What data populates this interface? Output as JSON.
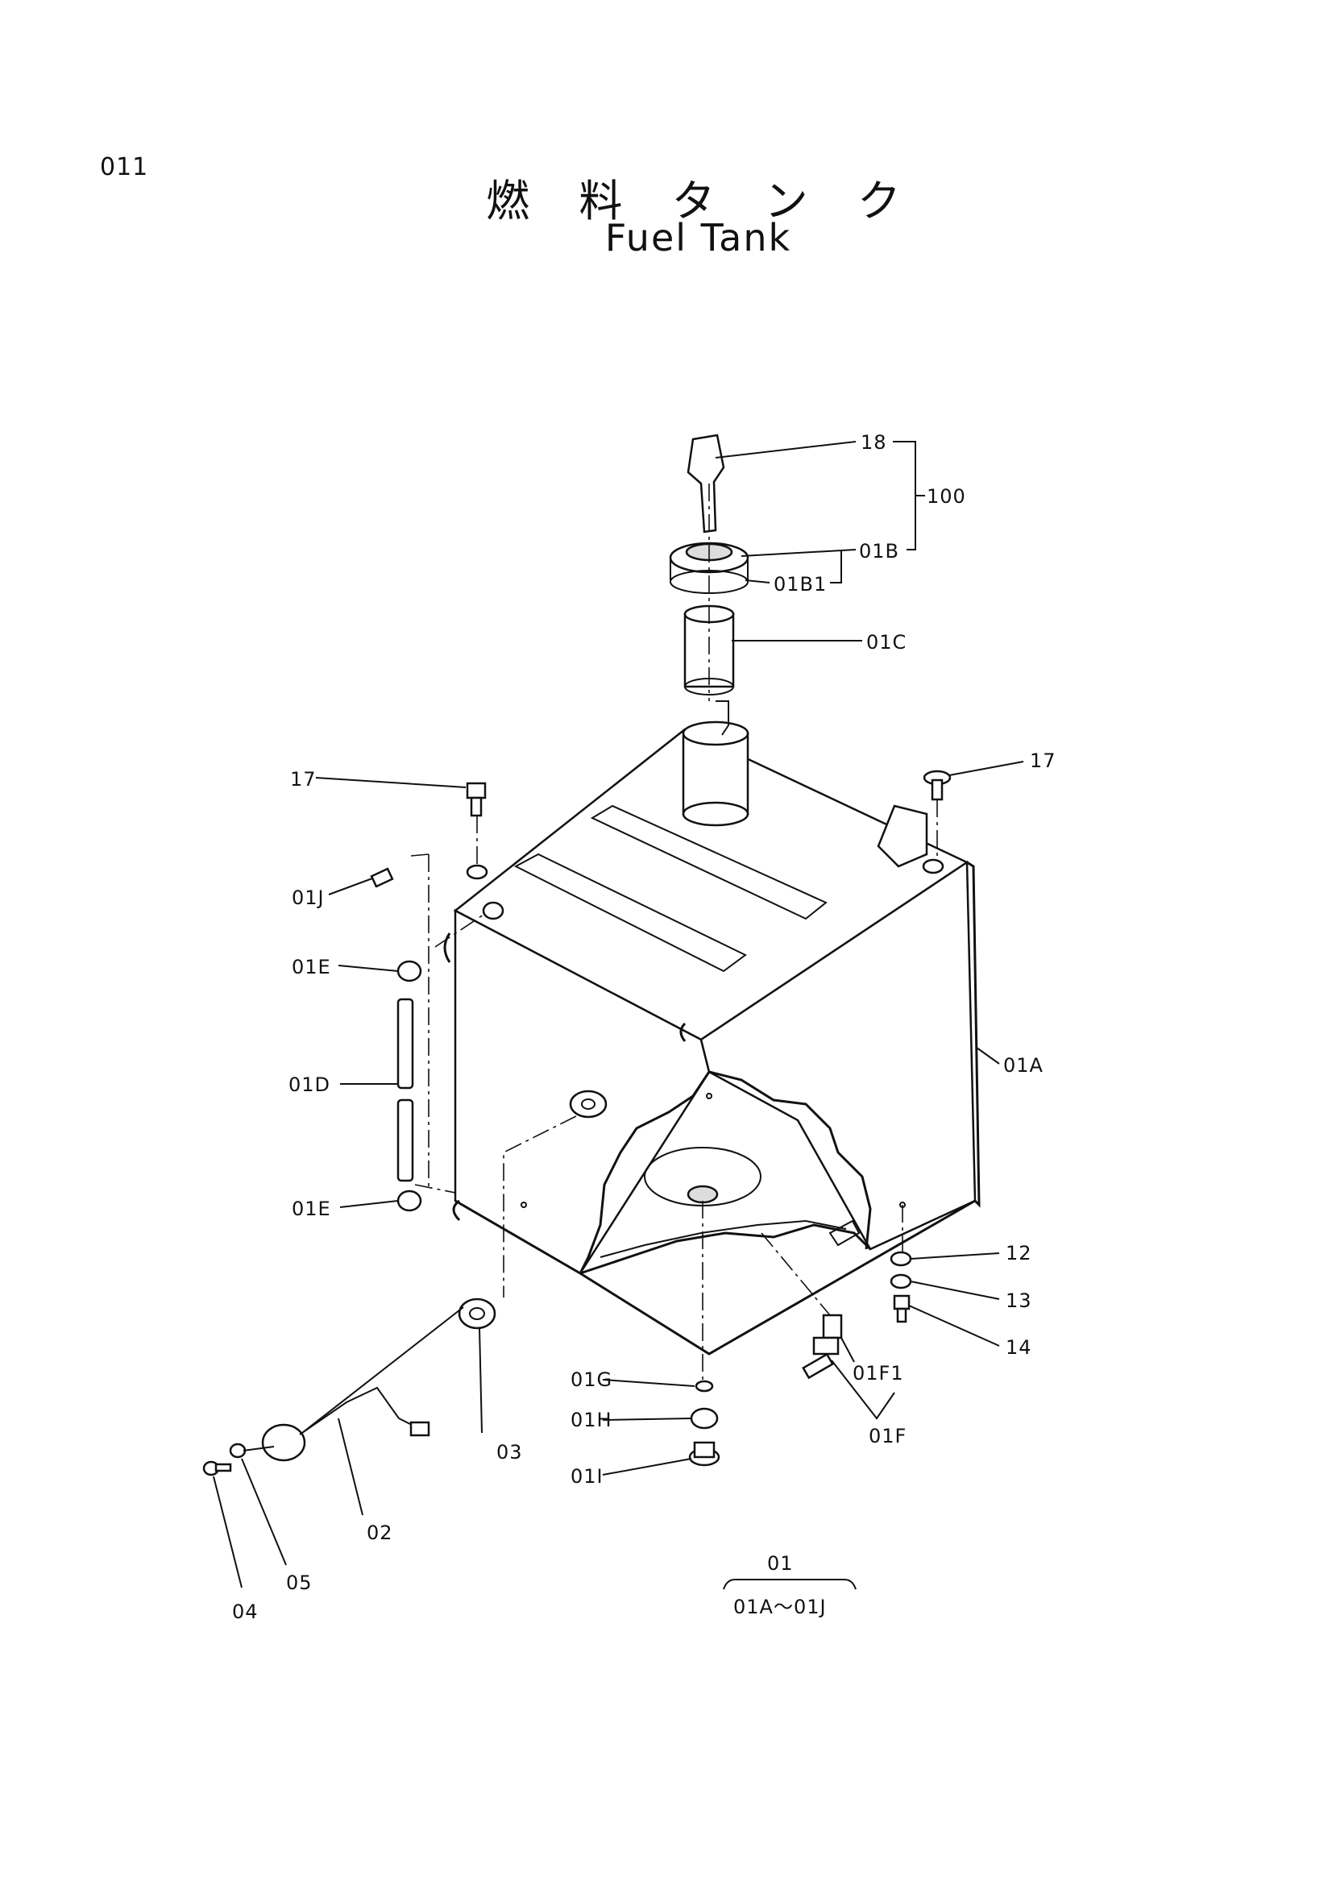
{
  "page_number": "011",
  "title_jp": "燃 料 タ ン ク",
  "title_en": "Fuel Tank",
  "callouts": [
    {
      "id": "c18",
      "label": "18"
    },
    {
      "id": "c100",
      "label": "100"
    },
    {
      "id": "c01B",
      "label": "01B"
    },
    {
      "id": "c01B1",
      "label": "01B1"
    },
    {
      "id": "c01C",
      "label": "01C"
    },
    {
      "id": "c17L",
      "label": "17"
    },
    {
      "id": "c17R",
      "label": "17"
    },
    {
      "id": "c01J",
      "label": "01J"
    },
    {
      "id": "c01E1",
      "label": "01E"
    },
    {
      "id": "c01D",
      "label": "01D"
    },
    {
      "id": "c01A",
      "label": "01A"
    },
    {
      "id": "c01E2",
      "label": "01E"
    },
    {
      "id": "c12",
      "label": "12"
    },
    {
      "id": "c13",
      "label": "13"
    },
    {
      "id": "c14",
      "label": "14"
    },
    {
      "id": "c01F1",
      "label": "01F1"
    },
    {
      "id": "c01G",
      "label": "01G"
    },
    {
      "id": "c01H",
      "label": "01H"
    },
    {
      "id": "c01F",
      "label": "01F"
    },
    {
      "id": "c03",
      "label": "03"
    },
    {
      "id": "c01I",
      "label": "01I"
    },
    {
      "id": "c02",
      "label": "02"
    },
    {
      "id": "c05",
      "label": "05"
    },
    {
      "id": "c04",
      "label": "04"
    }
  ],
  "assembly_note": {
    "top": "01",
    "bottom": "01A～01J"
  }
}
